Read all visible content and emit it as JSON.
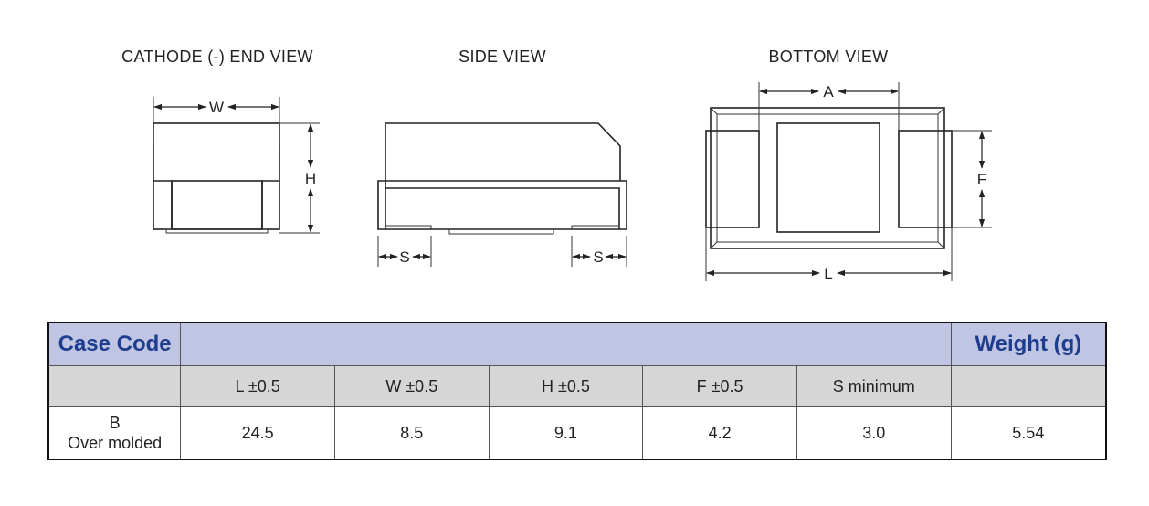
{
  "views": {
    "end_title": "CATHODE (-) END VIEW",
    "side_title": "SIDE VIEW",
    "bottom_title": "BOTTOM VIEW"
  },
  "dimension_labels": {
    "w": "W",
    "h": "H",
    "s": "S",
    "a": "A",
    "f": "F",
    "l": "L"
  },
  "table": {
    "case_code_header": "Case Code",
    "weight_header": "Weight (g)",
    "columns": [
      "L ±0.5",
      "W ±0.5",
      "H ±0.5",
      "F ±0.5",
      "S minimum"
    ],
    "row": {
      "case_line1": "B",
      "case_line2": "Over molded",
      "values": [
        "24.5",
        "8.5",
        "9.1",
        "4.2",
        "3.0"
      ],
      "weight": "5.54"
    }
  },
  "colors": {
    "header_band": "#bfc5e2",
    "subheader_band": "#d6d6d6",
    "header_text": "#1e3d8f"
  }
}
